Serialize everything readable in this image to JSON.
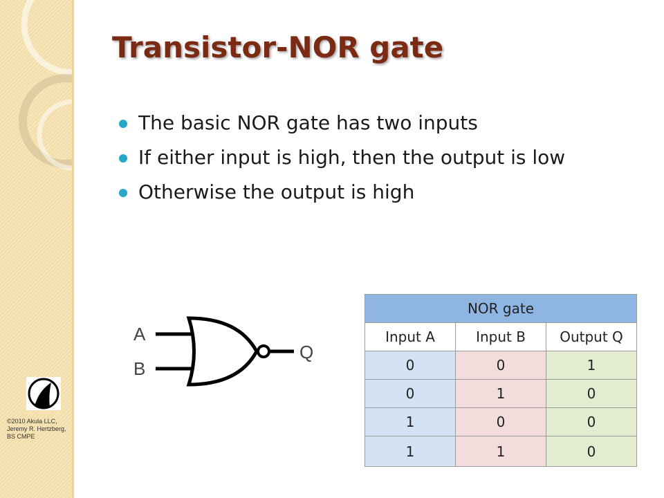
{
  "slide": {
    "title": "Transistor-NOR gate",
    "bullets": [
      "The basic NOR gate has two inputs",
      "If either input is high, then the output is low",
      "Otherwise the output is high"
    ]
  },
  "gate_symbol": {
    "input_a": "A",
    "input_b": "B",
    "output": "Q"
  },
  "truth_table": {
    "title": "NOR gate",
    "headers": [
      "Input A",
      "Input B",
      "Output Q"
    ],
    "rows": [
      [
        "0",
        "0",
        "1"
      ],
      [
        "0",
        "1",
        "0"
      ],
      [
        "1",
        "0",
        "0"
      ],
      [
        "1",
        "1",
        "0"
      ]
    ]
  },
  "footer": {
    "copyright_lines": [
      "©2010 Akula LLC,",
      "Jeremy R. Hertzberg,",
      "BS CMPE"
    ]
  },
  "colors": {
    "title": "#7b2b14",
    "bullet": "#26a9c9",
    "table_title_bg": "#8fb5e2",
    "col_a_bg": "#d5e2f4",
    "col_b_bg": "#f3dcdc",
    "col_q_bg": "#e3ecd0"
  }
}
